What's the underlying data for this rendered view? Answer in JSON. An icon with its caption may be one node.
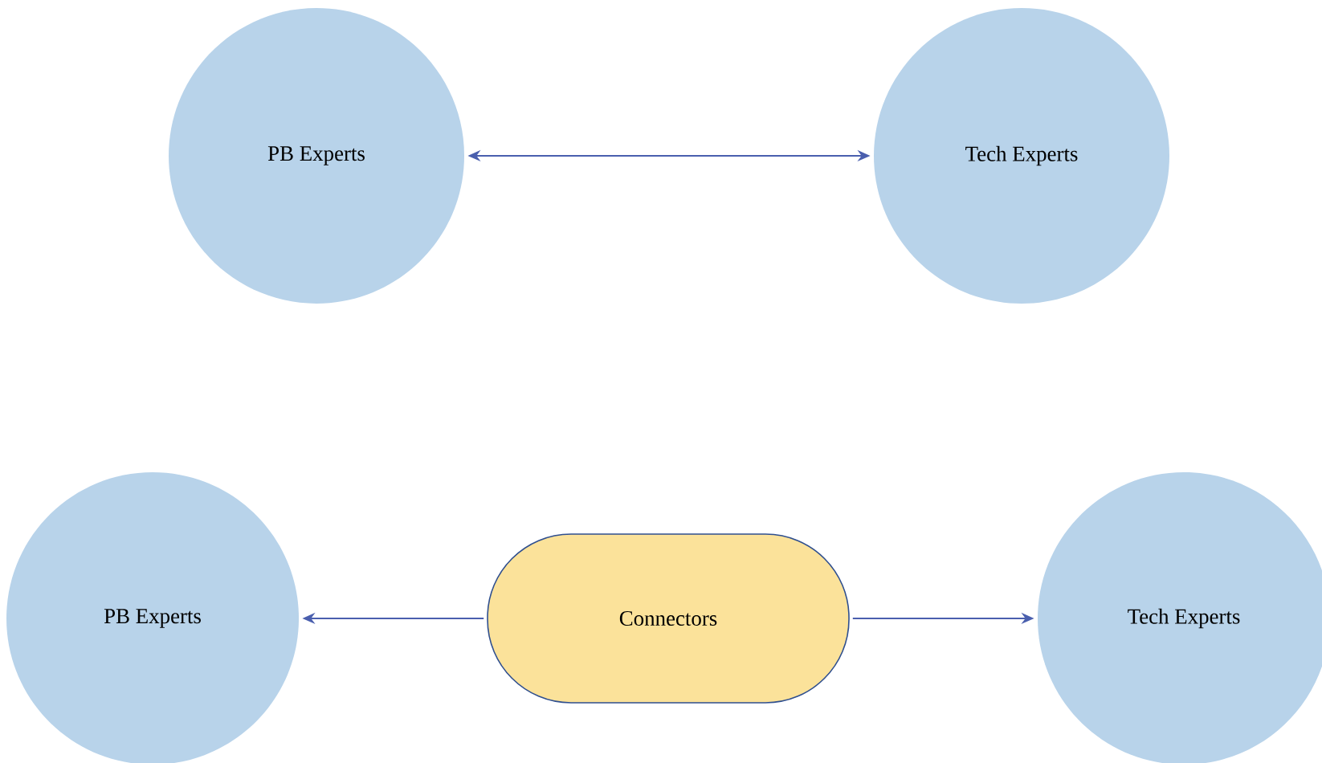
{
  "diagram": {
    "nodes": [
      {
        "text": [
          "PB Experts"
        ]
      },
      {
        "text": [
          "Tech Experts"
        ]
      },
      {
        "text": [
          "PB Experts"
        ]
      },
      {
        "text": [
          "Connectors"
        ]
      },
      {
        "text": [
          "Tech Experts"
        ]
      }
    ],
    "edges": [
      {
        "from": 0,
        "to": 1,
        "arrow": "both"
      },
      {
        "from": 3,
        "to": 2,
        "arrow": "to"
      },
      {
        "from": 3,
        "to": 4,
        "arrow": "to"
      }
    ]
  }
}
